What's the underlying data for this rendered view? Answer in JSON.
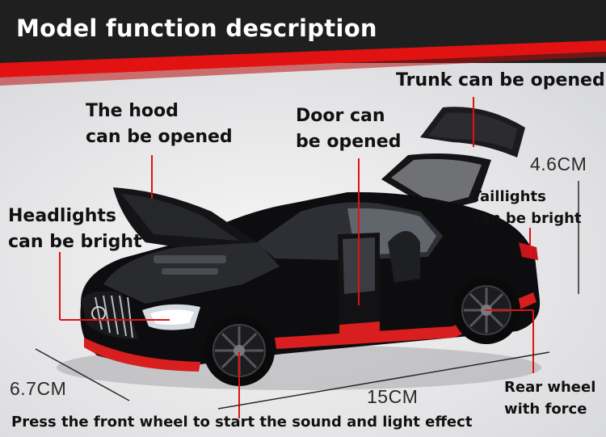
{
  "header": {
    "title": "Model function description",
    "accent_color": "#e21212",
    "bar_color": "#1f1f1f"
  },
  "labels": {
    "hood": [
      "The hood",
      "can be opened"
    ],
    "door": [
      "Door can",
      "be opened"
    ],
    "trunk": "Trunk can be opened",
    "headlights": [
      "Headlights",
      "can be bright"
    ],
    "taillights": [
      "Taillights",
      "can be bright"
    ],
    "rear_wheel": [
      "Rear wheel",
      "with force"
    ]
  },
  "dimensions": {
    "height": "4.6CM",
    "width": "6.7CM",
    "length": "15CM"
  },
  "caption": "Press the front wheel to start the sound and light effect",
  "colors": {
    "pointer_line": "#e21212",
    "car_body": "#0d0d0f",
    "car_stripe": "#d81e1e"
  }
}
